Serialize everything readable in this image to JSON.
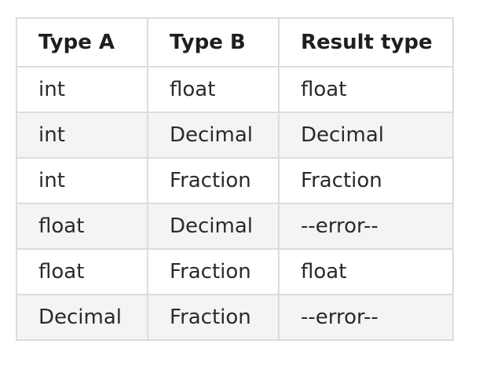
{
  "table": {
    "headers": [
      "Type A",
      "Type B",
      "Result type"
    ],
    "rows": [
      [
        "int",
        "float",
        "float"
      ],
      [
        "int",
        "Decimal",
        "Decimal"
      ],
      [
        "int",
        "Fraction",
        "Fraction"
      ],
      [
        "float",
        "Decimal",
        "--error--"
      ],
      [
        "float",
        "Fraction",
        "float"
      ],
      [
        "Decimal",
        "Fraction",
        "--error--"
      ]
    ]
  }
}
